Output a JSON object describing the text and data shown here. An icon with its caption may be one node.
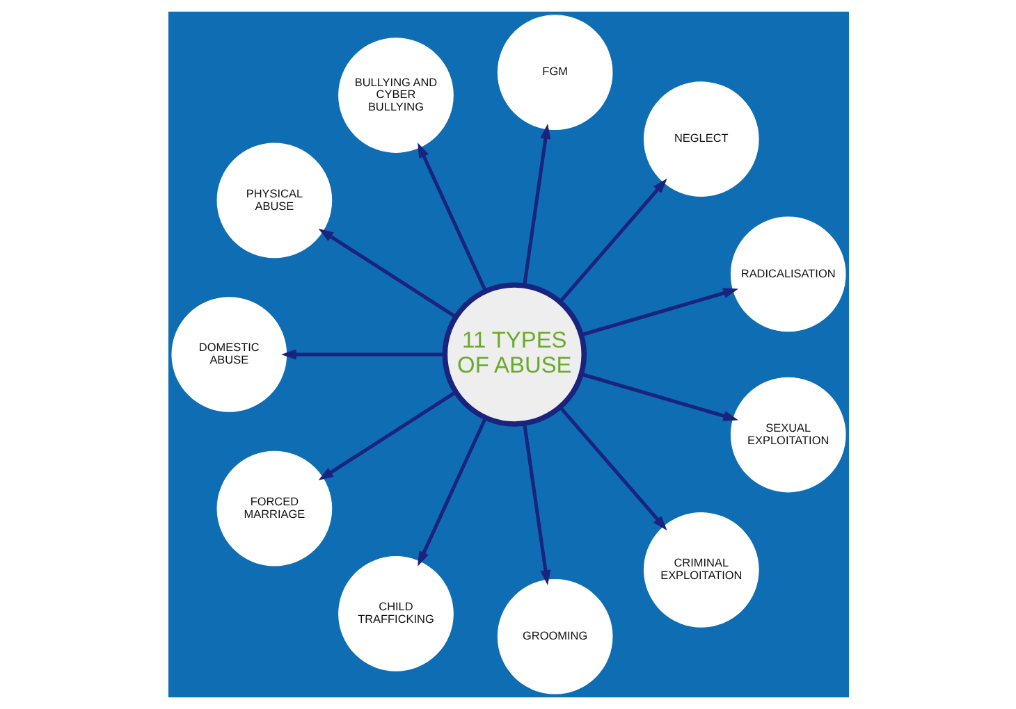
{
  "diagram": {
    "nodes": [
      {
        "text": [
          "11 TYPES OF ABUSE"
        ]
      },
      {
        "text": [
          "RADICALISATION"
        ]
      },
      {
        "text": [
          "NEGLECT"
        ]
      },
      {
        "text": [
          "FGM"
        ]
      },
      {
        "text": [
          "BULLYING AND CYBER BULLYING"
        ]
      },
      {
        "text": [
          "PHYSICAL ABUSE"
        ]
      },
      {
        "text": [
          "DOMESTIC ABUSE"
        ]
      },
      {
        "text": [
          "FORCED MARRIAGE"
        ]
      },
      {
        "text": [
          "CHILD TRAFFICKING"
        ]
      },
      {
        "text": [
          "GROOMING"
        ]
      },
      {
        "text": [
          "CRIMINAL EXPLOITATION"
        ]
      },
      {
        "text": [
          "SEXUAL EXPLOITATION"
        ]
      }
    ],
    "edges": [
      {
        "from": 0,
        "to": 1,
        "arrow": "to"
      },
      {
        "from": 0,
        "to": 2,
        "arrow": "to"
      },
      {
        "from": 0,
        "to": 3,
        "arrow": "to"
      },
      {
        "from": 0,
        "to": 4,
        "arrow": "to"
      },
      {
        "from": 0,
        "to": 5,
        "arrow": "to"
      },
      {
        "from": 0,
        "to": 6,
        "arrow": "to"
      },
      {
        "from": 0,
        "to": 7,
        "arrow": "to"
      },
      {
        "from": 0,
        "to": 8,
        "arrow": "to"
      },
      {
        "from": 0,
        "to": 9,
        "arrow": "to"
      },
      {
        "from": 0,
        "to": 10,
        "arrow": "to"
      },
      {
        "from": 0,
        "to": 11,
        "arrow": "to"
      }
    ]
  }
}
